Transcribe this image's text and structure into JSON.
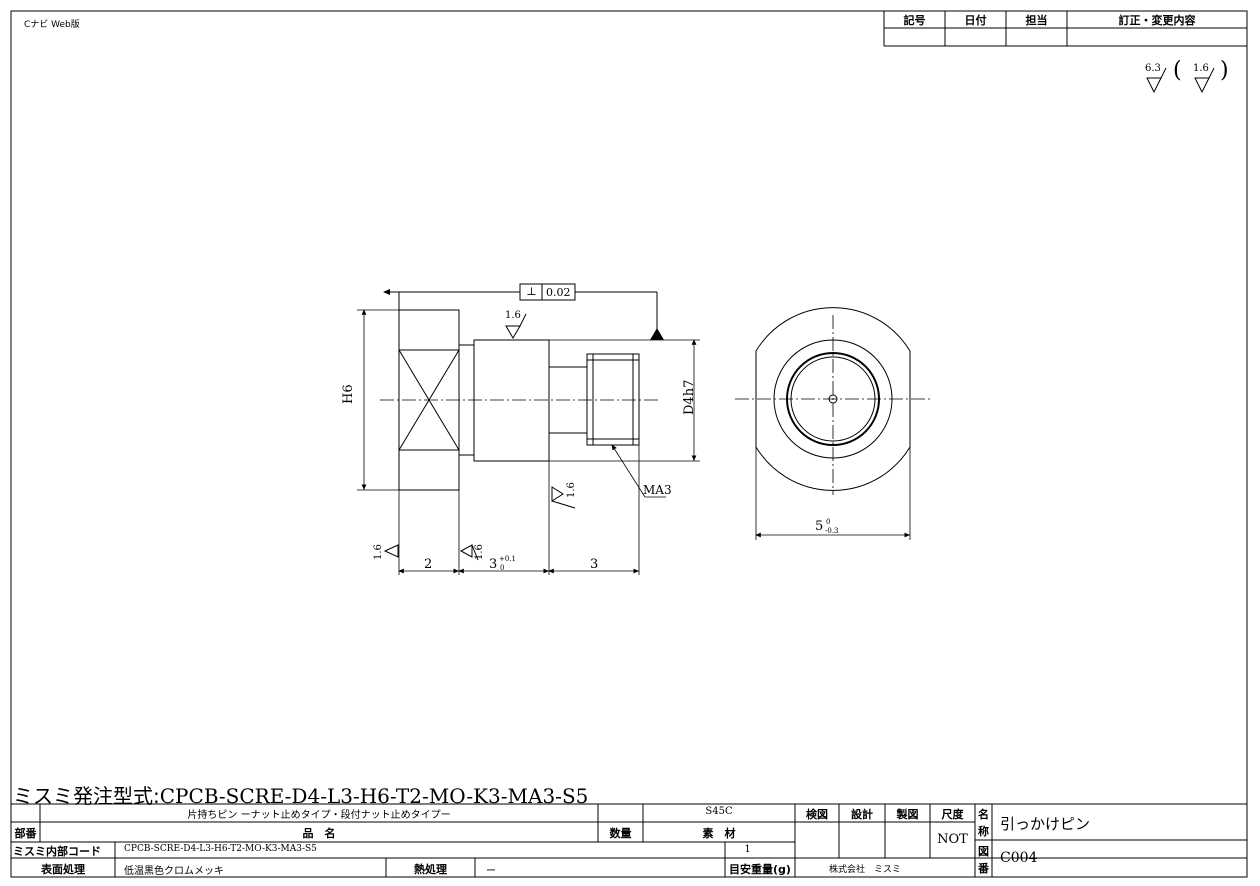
{
  "header": {
    "app_label": "Cナビ Web版"
  },
  "revision_table": {
    "headers": [
      "記号",
      "日付",
      "担当",
      "訂正・変更内容"
    ]
  },
  "surface_roughness": {
    "general": "6.3",
    "other": "1.6",
    "open_paren": "(",
    "close_paren": ")"
  },
  "drawing": {
    "geometric_tolerance": {
      "symbol": "⊥",
      "value": "0.02"
    },
    "dims": {
      "h6": "H6",
      "d4h7": "D4h7",
      "ma3": "MA3",
      "len_2": "2",
      "len_3a": "3",
      "len_3a_tol_upper": "+0.1",
      "len_3a_tol_lower": "0",
      "len_3b": "3",
      "width_5": "5",
      "width_5_tol_upper": "0",
      "width_5_tol_lower": "-0.3"
    },
    "roughness_marks": [
      "1.6",
      "1.6",
      "1.6",
      "1.6"
    ]
  },
  "order_model": {
    "label": "ミスミ発注型式:",
    "code": "CPCB-SCRE-D4-L3-H6-T2-MO-K3-MA3-S5"
  },
  "title_block": {
    "product_name_text": "片持ちピン ーナット止めタイプ・段付ナット止めタイプー",
    "material_value": "S45C",
    "part_no_label": "部番",
    "product_name_label": "品　名",
    "quantity_label": "数量",
    "material_label": "素　材",
    "internal_code_label": "ミスミ内部コード",
    "internal_code_value": "CPCB-SCRE-D4-L3-H6-T2-MO-K3-MA3-S5",
    "quantity_value": "1",
    "surface_label": "表面処理",
    "surface_value": "低温黒色クロムメッキ",
    "heat_label": "熱処理",
    "heat_value": "ー",
    "weight_label": "目安重量(g)",
    "inspection_label": "検図",
    "design_label": "設計",
    "drafting_label": "製図",
    "scale_label": "尺度",
    "scale_value": "NOT",
    "name_label_1": "名",
    "name_label_2": "称",
    "drawing_no_label_1": "図",
    "drawing_no_label_2": "番",
    "company": "株式会社　ミスミ",
    "part_title": "引っかけピン",
    "drawing_number": "C004"
  }
}
